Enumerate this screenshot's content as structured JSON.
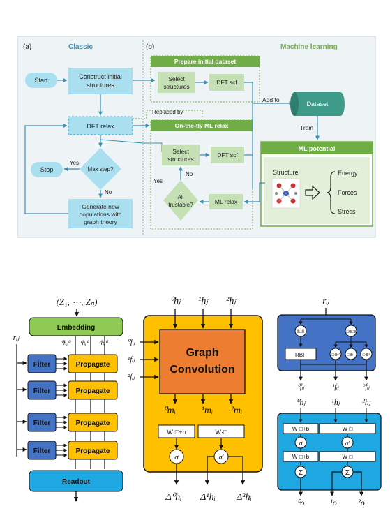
{
  "panel_a": {
    "label": "(a)",
    "title": "Classic",
    "start": "Start",
    "construct": [
      "Construct initial",
      "structures"
    ],
    "dft_relax": "DFT relax",
    "max_step": "Max step?",
    "yes": "Yes",
    "no": "No",
    "stop": "Stop",
    "generate": [
      "Generate new",
      "populations with",
      "graph theory"
    ]
  },
  "panel_b": {
    "label": "(b)",
    "title": "Machine learning",
    "prepare_title": "Prepare initial dataset",
    "select": [
      "Select",
      "structures"
    ],
    "dft_scf": "DFT scf",
    "replaced_by": "Replaced by",
    "onthefly_title": "On-the-fly ML relax",
    "select2": [
      "Select",
      "structures"
    ],
    "dft_scf2": "DFT scf",
    "no": "No",
    "yes": "Yes",
    "all_trustable": [
      "All",
      "trustable?"
    ],
    "ml_relax": "ML relax",
    "add_to": "Add to",
    "dataset": "Dataset",
    "train": "Train",
    "ml_potential": "ML potential",
    "structure": "Structure",
    "energy": "Energy",
    "forces": "Forces",
    "stress": "Stress"
  },
  "nn_left": {
    "input": "(Z₁, ⋯, Zₙ)",
    "embedding": "Embedding",
    "h_labels": [
      "⁰hᵢ⁰",
      "¹hᵢ⁰",
      "²hᵢ⁰"
    ],
    "rij": "rᵢⱼ",
    "filter": "Filter",
    "propagate": "Propagate",
    "readout": "Readout"
  },
  "nn_mid": {
    "inputs": [
      "⁰hⱼ",
      "¹hⱼ",
      "²hⱼ"
    ],
    "f_labels": [
      "⁰fᵢⱼ",
      "¹fᵢⱼ",
      "²fᵢⱼ"
    ],
    "gc_title": [
      "Graph",
      "Convolution"
    ],
    "m_labels": [
      "⁰mᵢ",
      "¹mᵢ",
      "²mᵢ"
    ],
    "w_bias": "W·□+b",
    "w": "W·□",
    "sigma": "σ",
    "sigma_prime": "σ′",
    "outputs": [
      "Δ⁰hᵢ",
      "Δ¹hᵢ",
      "Δ²hᵢ"
    ]
  },
  "nn_right": {
    "rij": "rᵢⱼ",
    "rbf": "RBF",
    "f_labels": [
      "⁰fᵢⱼ",
      "¹fᵢⱼ",
      "²fᵢⱼ"
    ],
    "inputs": [
      "⁰hⱼ",
      "¹hⱼ",
      "²hⱼ"
    ],
    "w_bias": "W·□+b",
    "w": "W·□",
    "sigma": "σ",
    "sigma_prime": "σ′",
    "sum": "Σ",
    "outputs": [
      "⁰o",
      "¹o",
      "²o"
    ]
  }
}
